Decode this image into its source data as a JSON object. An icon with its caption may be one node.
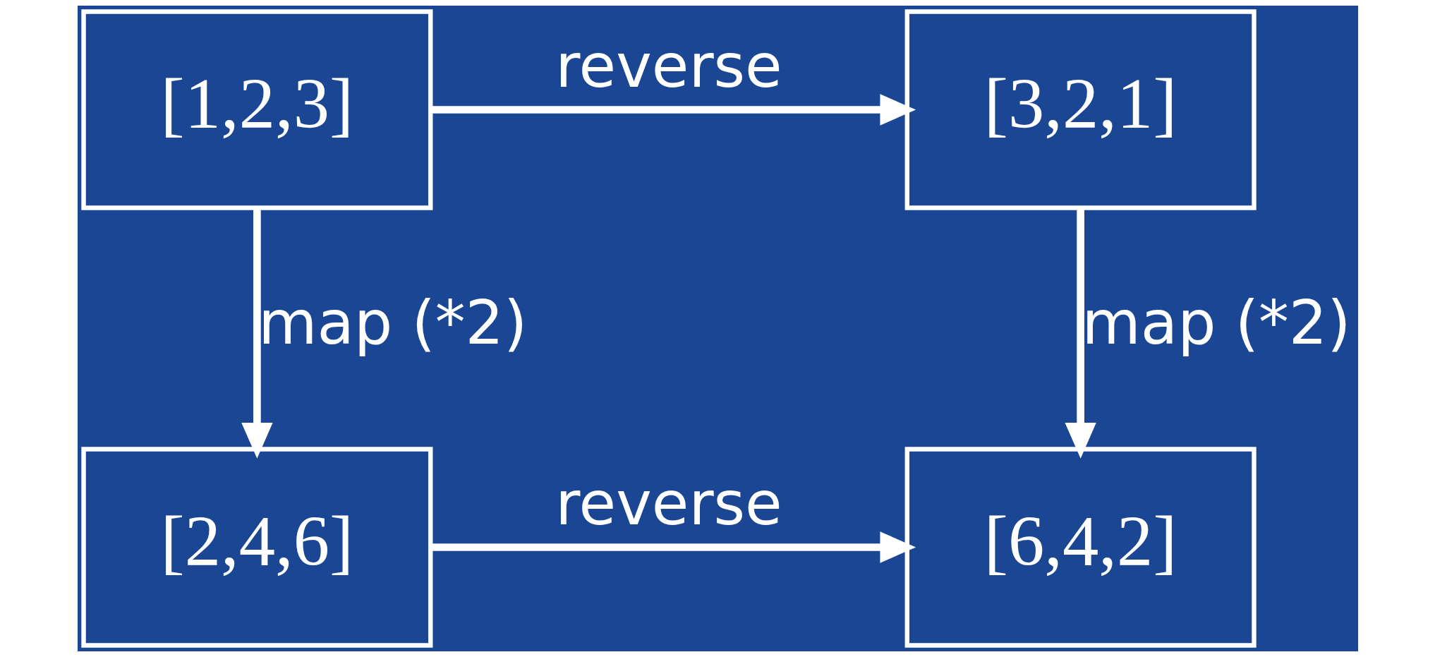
{
  "diagram": {
    "nodes": [
      {
        "text": [
          "[1,2,3]"
        ]
      },
      {
        "text": [
          "[3,2,1]"
        ]
      },
      {
        "text": [
          "[2,4,6]"
        ]
      },
      {
        "text": [
          "[6,4,2]"
        ]
      }
    ],
    "edges": [
      {
        "from": 0,
        "to": 1,
        "arrow": "to",
        "label": "reverse"
      },
      {
        "from": 0,
        "to": 2,
        "arrow": "to",
        "label": "map (*2)"
      },
      {
        "from": 1,
        "to": 3,
        "arrow": "to",
        "label": "map (*2)"
      },
      {
        "from": 2,
        "to": 3,
        "arrow": "to",
        "label": "reverse"
      }
    ]
  }
}
